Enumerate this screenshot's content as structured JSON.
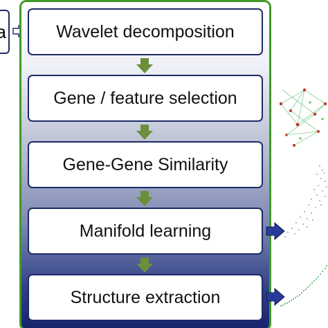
{
  "input": {
    "label_fragment": "a"
  },
  "pipeline": {
    "steps": [
      {
        "label": "Wavelet decomposition"
      },
      {
        "label": "Gene / feature selection"
      },
      {
        "label": "Gene-Gene Similarity"
      },
      {
        "label": "Manifold learning"
      },
      {
        "label": "Structure extraction"
      }
    ]
  },
  "colors": {
    "container_border": "#3f9a2a",
    "step_border": "#1c2a66",
    "down_arrow": "#6b8f3a",
    "right_arrow": "#2a3a9a"
  },
  "icons": {
    "input_arrow": "arrow-right-icon",
    "down_arrow": "arrow-down-icon",
    "output_arrow": "arrow-right-icon"
  }
}
